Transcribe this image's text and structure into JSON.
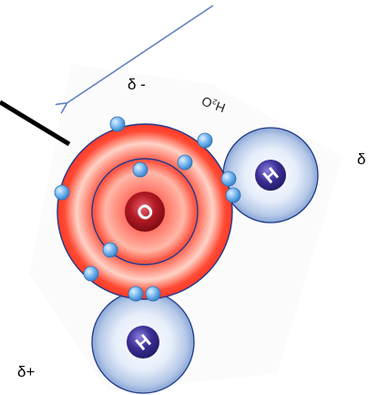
{
  "molecule": {
    "formula": "H₂O",
    "oxygen_symbol": "O",
    "hydrogen_symbol": "H"
  },
  "charges": {
    "oxygen_partial": "δ -",
    "hydrogen_right_partial": "δ",
    "hydrogen_bottom_partial": "δ+"
  },
  "colors": {
    "oxygen_shell_outer": "#ff3a2a",
    "oxygen_shell_inner": "#ffe3dc",
    "oxygen_core": "#a0121c",
    "hydrogen_shell": "#cfdcf0",
    "hydrogen_core": "#3a2e94",
    "electron": "#5fa6e6",
    "arrow": "#5b80c0",
    "line": "#000000"
  },
  "icons": {
    "electron": "electron-dot-icon"
  }
}
